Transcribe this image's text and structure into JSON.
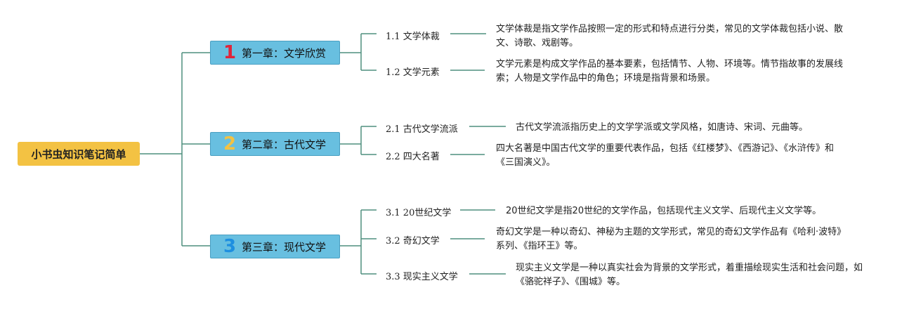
{
  "root": {
    "label": "小书虫知识笔记简单"
  },
  "chapters": [
    {
      "num": "1",
      "num_color": "#e0243a",
      "label": "第一章：文学欣赏",
      "sections": [
        {
          "label": "1.1 文学体裁",
          "desc": "文学体裁是指文学作品按照一定的形式和特点进行分类，常见的文学体裁包括小说、散文、诗歌、戏剧等。"
        },
        {
          "label": "1.2 文学元素",
          "desc": "文学元素是构成文学作品的基本要素，包括情节、人物、环境等。情节指故事的发展线索；人物是文学作品中的角色；环境是指背景和场景。"
        }
      ]
    },
    {
      "num": "2",
      "num_color": "#f3c243",
      "label": "第二章：古代文学",
      "sections": [
        {
          "label": "2.1 古代文学流派",
          "desc": "古代文学流派指历史上的文学学派或文学风格，如唐诗、宋词、元曲等。"
        },
        {
          "label": "2.2 四大名著",
          "desc": "四大名著是中国古代文学的重要代表作品，包括《红楼梦》、《西游记》、《水浒传》和《三国演义》。"
        }
      ]
    },
    {
      "num": "3",
      "num_color": "#1e8fe0",
      "label": "第三章：现代文学",
      "sections": [
        {
          "label": "3.1 20世纪文学",
          "desc": "20世纪文学是指20世纪的文学作品，包括现代主义文学、后现代主义文学等。"
        },
        {
          "label": "3.2 奇幻文学",
          "desc": "奇幻文学是一种以奇幻、神秘为主题的文学形式，常见的奇幻文学作品有《哈利·波特》系列、《指环王》等。"
        },
        {
          "label": "3.3 现实主义文学",
          "desc": "现实主义文学是一种以真实社会为背景的文学形式，着重描绘现实生活和社会问题，如《骆驼祥子》、《围城》等。"
        }
      ]
    }
  ],
  "colors": {
    "connector": "#4f8f7e",
    "root_fill": "#f3c243",
    "chapter_fill": "#68bfe0"
  }
}
